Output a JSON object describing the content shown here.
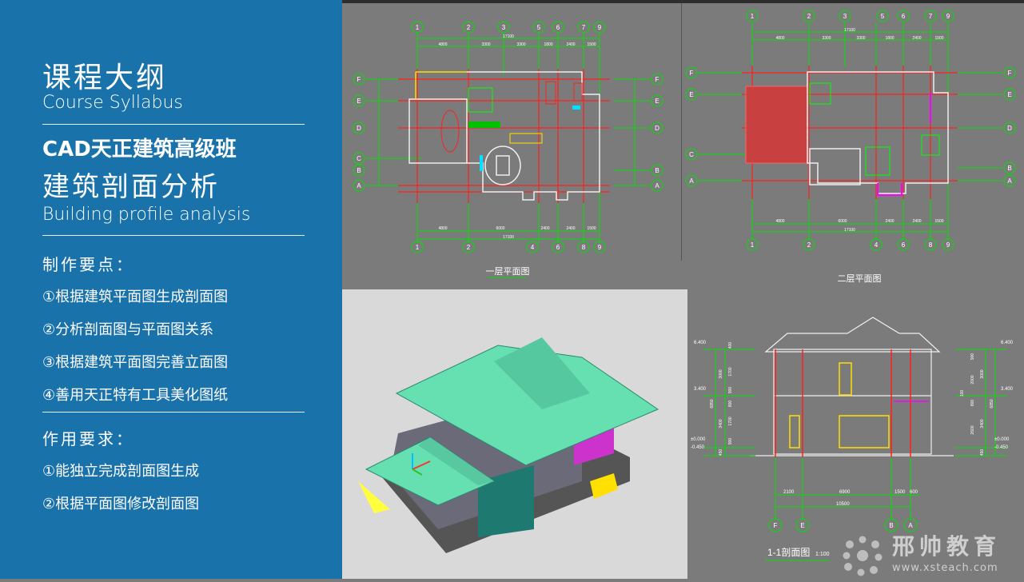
{
  "sidebar": {
    "title_cn": "课程大纲",
    "title_en": "Course Syllabus",
    "course": "CAD天正建筑高级班",
    "lesson": "建筑剖面分析",
    "lesson_en": "Building profile analysis",
    "points_heading": "制作要点：",
    "points": [
      "①根据建筑平面图生成剖面图",
      "②分析剖面图与平面图关系",
      "③根据建筑平面图完善立面图",
      "④善用天正特有工具美化图纸"
    ],
    "req_heading": "作用要求：",
    "requirements": [
      "①能独立完成剖面图生成",
      "②根据平面图修改剖面图"
    ]
  },
  "plan1": {
    "title": "一层平面图",
    "top_axes": [
      "1",
      "2",
      "3",
      "5",
      "6",
      "7",
      "9"
    ],
    "bottom_axes": [
      "1",
      "2",
      "4",
      "6",
      "8",
      "9"
    ],
    "rows": [
      "F",
      "E",
      "D",
      "C",
      "B",
      "A"
    ],
    "top_total": "17100",
    "top_dims": [
      "4800",
      "3300",
      "3300",
      "1800",
      "2400",
      "1500"
    ],
    "bottom_dims": [
      "4800",
      "6000",
      "2400",
      "2400",
      "1500"
    ],
    "bottom_total": "17100"
  },
  "plan2": {
    "title": "二层平面图",
    "top_axes": [
      "1",
      "2",
      "3",
      "5",
      "6",
      "7",
      "9"
    ],
    "bottom_axes": [
      "1",
      "2",
      "4",
      "6",
      "8",
      "9"
    ],
    "left_rows": [
      "F",
      "E",
      "C",
      "A"
    ],
    "right_rows": [
      "F",
      "E",
      "D",
      "B",
      "A"
    ],
    "top_total": "17100",
    "top_dims": [
      "4800",
      "3300",
      "3300",
      "1800",
      "2400",
      "1500"
    ],
    "bottom_dims": [
      "4800",
      "6000",
      "2400",
      "2400",
      "1500"
    ],
    "bottom_total": "17100"
  },
  "section": {
    "title": "1-1剖面图",
    "scale": "1:100",
    "axes": [
      "F",
      "E",
      "B",
      "A"
    ],
    "levels": [
      "6.400",
      "3.400",
      "±0.000",
      "-0.450"
    ],
    "dims": [
      "2100",
      "6900",
      "1500",
      "600"
    ],
    "total": "10500",
    "left_heights": [
      "400",
      "3000",
      "1700",
      "900",
      "6850",
      "800",
      "3400",
      "1700",
      "900",
      "450"
    ],
    "right_heights": [
      "900",
      "2000",
      "3000",
      "100",
      "800",
      "3400",
      "2600",
      "6850",
      "450"
    ]
  },
  "brand": {
    "name": "邢帅教育",
    "url": "www.xsteach.com"
  },
  "colors": {
    "sidebar": "#1a72ab",
    "cad_bg": "#7b7b7b",
    "axis": "#00ff00",
    "wall": "#ff0000",
    "roof": "#66e0b0"
  }
}
